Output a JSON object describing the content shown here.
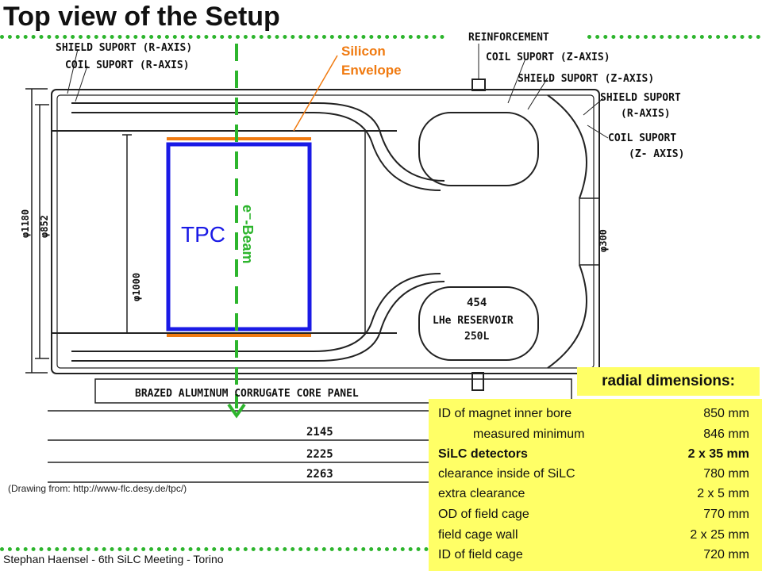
{
  "title": "Top view of the Setup",
  "drawing": {
    "labels": {
      "shield_r": "SHIELD SUPORT (R-AXIS)",
      "coil_r": "COIL SUPORT (R-AXIS)",
      "reinforcement": "REINFORCEMENT",
      "coil_z": "COIL SUPORT (Z-AXIS)",
      "shield_z": "SHIELD SUPORT (Z-AXIS)",
      "shield_r2_a": "SHIELD SUPORT",
      "shield_r2_b": "(R-AXIS)",
      "coil_z2_a": "COIL SUPORT",
      "coil_z2_b": "(Z- AXIS)",
      "silicon_a": "Silicon",
      "silicon_b": "Envelope",
      "tpc": "TPC",
      "beam": "e⁻-Beam",
      "d1180": "φ1180",
      "d852": "φ852",
      "d1000": "φ1000",
      "d300": "φ300",
      "n454": "454",
      "lhe_a": "LHe RESERVOIR",
      "lhe_b": "250L",
      "brazed": "BRAZED ALUMINUM CORRUGATE CORE PANEL",
      "len1": "2145",
      "len2": "2225",
      "len3": "2263"
    }
  },
  "credit": "(Drawing from: http://www-flc.desy.de/tpc/)",
  "footer": "Stephan Haensel - 6th SiLC Meeting - Torino",
  "radial_heading": "radial dimensions:",
  "dimensions": [
    {
      "label": "ID of magnet inner bore",
      "value": "850 mm"
    },
    {
      "label": "measured minimum",
      "value": "846 mm"
    },
    {
      "label": "SiLC detectors",
      "value": "2 x 35 mm"
    },
    {
      "label": "clearance inside of SiLC",
      "value": "780 mm"
    },
    {
      "label": "extra clearance",
      "value": "2 x 5 mm"
    },
    {
      "label": "OD of field cage",
      "value": "770 mm"
    },
    {
      "label": "field cage wall",
      "value": "2 x 25 mm"
    },
    {
      "label": "ID of field cage",
      "value": "720 mm"
    }
  ],
  "colors": {
    "accent_green": "#2db52d",
    "tpc_blue": "#1a1ae6",
    "silicon_orange": "#f07a10",
    "highlight": "#ffff66"
  }
}
